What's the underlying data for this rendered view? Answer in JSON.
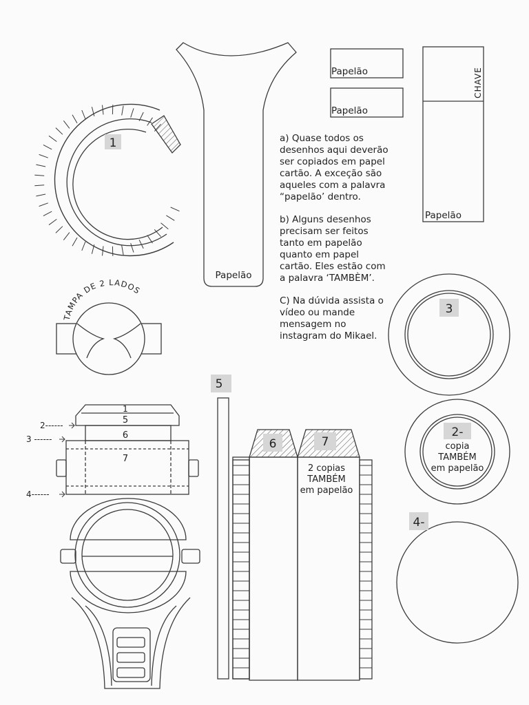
{
  "labels": {
    "papelao": "Papelão",
    "chave": "CHAVE",
    "tampa": "TAMPA DE 2 LADOS",
    "also_label_line1": "copia",
    "also_label_line2": "TAMBÉM",
    "also_label_line3": "em papelão",
    "copies_line1": "2 copias",
    "copies_line2": "TAMBÉM",
    "copies_line3": "em papelão"
  },
  "badges": {
    "b1": "1",
    "b2": "2-",
    "b3": "3",
    "b4": "4-",
    "b5": "5",
    "b6": "6",
    "b7": "7"
  },
  "assembly": {
    "part1": "1",
    "part5": "5",
    "part6": "6",
    "part7": "7",
    "arrow2": "2------",
    "arrow3": "3 ------",
    "arrow4": "4------"
  },
  "instructions": {
    "a": "a) Quase todos os desenhos aqui deverão ser copiados em papel cartão. A exceção são aqueles com a palavra “papelão’ dentro.",
    "b": "b) Alguns desenhos precisam ser feitos tanto em papelão quanto em papel cartão. Eles estão com a palavra ‘TAMBÈM’.",
    "c": "C) Na dúvida assista o vídeo ou mande mensagem no instagram do Mikael."
  },
  "colors": {
    "line": "#3a3a3a",
    "badge": "#d6d6d6",
    "paper": "#fbfbfb"
  }
}
